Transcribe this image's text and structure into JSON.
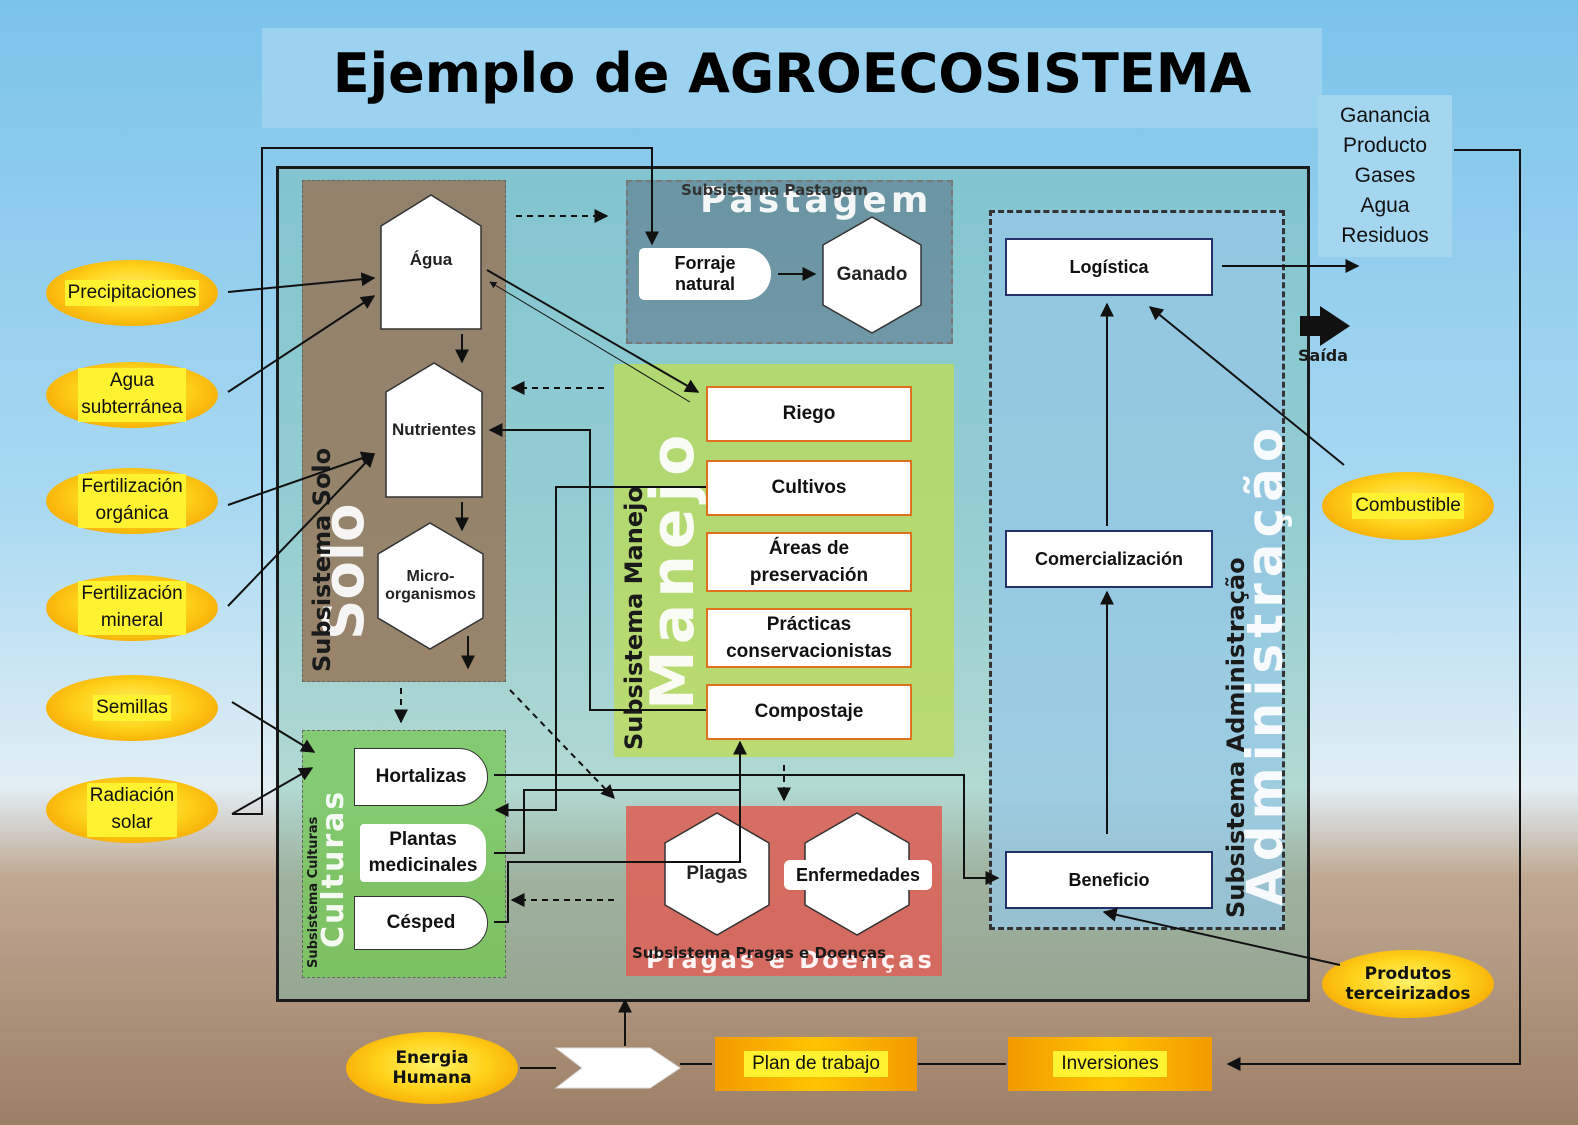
{
  "title": "Ejemplo de AGROECOSISTEMA",
  "subsystems": {
    "solo": {
      "label": "Subsistema Solo",
      "big": "Solo"
    },
    "pastagem": {
      "label": "Subsistema Pastagem",
      "big": "Pastagem"
    },
    "manejo": {
      "label": "Subsistema Manejo",
      "big": "Manejo"
    },
    "culturas": {
      "label": "Subsistema Culturas",
      "big": "Culturas"
    },
    "pragas": {
      "label": "Subsistema Pragas e Doenças",
      "big": "Pragas e Doenças"
    },
    "admin": {
      "label": "Subsistema Administração",
      "big": "Administração"
    }
  },
  "solo_nodes": [
    "Água",
    "Nutrientes",
    "Micro-\norganismos"
  ],
  "pastagem_nodes": {
    "forraje": "Forraje\nnatural",
    "ganado": "Ganado"
  },
  "manejo_nodes": [
    "Riego",
    "Cultivos",
    "Áreas de\npreservación",
    "Prácticas\nconservacionistas",
    "Compostaje"
  ],
  "culturas_nodes": [
    "Hortalizas",
    "Plantas\nmedicinales",
    "Césped"
  ],
  "pragas_nodes": [
    "Plagas",
    "Enfermedades"
  ],
  "admin_nodes": [
    "Logística",
    "Comercialización",
    "Beneficio"
  ],
  "inputs": [
    "Precipitaciones",
    "Agua\nsubterránea",
    "Fertilización\norgánica",
    "Fertilización\nmineral",
    "Semillas",
    "Radiación\nsolar"
  ],
  "right_inputs": {
    "combustible": "Combustible",
    "produtos": "Produtos\nterceirizados"
  },
  "outputs": [
    "Ganancia",
    "Producto",
    "Gases",
    "Agua",
    "Residuos"
  ],
  "saida": "Saída",
  "bottom": {
    "energia": "Energia\nHumana",
    "plan": "Plan de trabajo",
    "inversiones": "Inversiones"
  },
  "colors": {
    "input_yellow": "#ffd21a",
    "manejo_border": "#e07020",
    "admin_border": "#24306a"
  }
}
